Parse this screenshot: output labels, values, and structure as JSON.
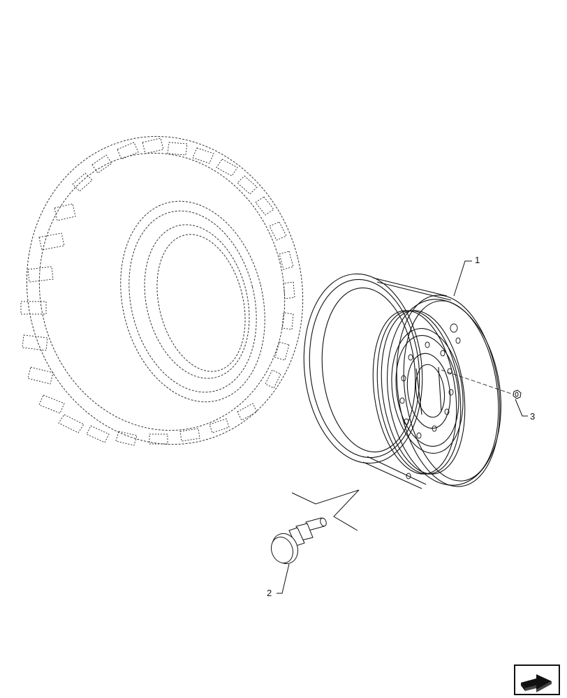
{
  "diagram": {
    "parts": [
      {
        "id": "rim",
        "callout": "1"
      },
      {
        "id": "valve",
        "callout": "2"
      },
      {
        "id": "nut",
        "callout": "3"
      }
    ],
    "tire_style": "dashed-phantom",
    "icons": {
      "nav": "arrow-return-icon"
    }
  }
}
